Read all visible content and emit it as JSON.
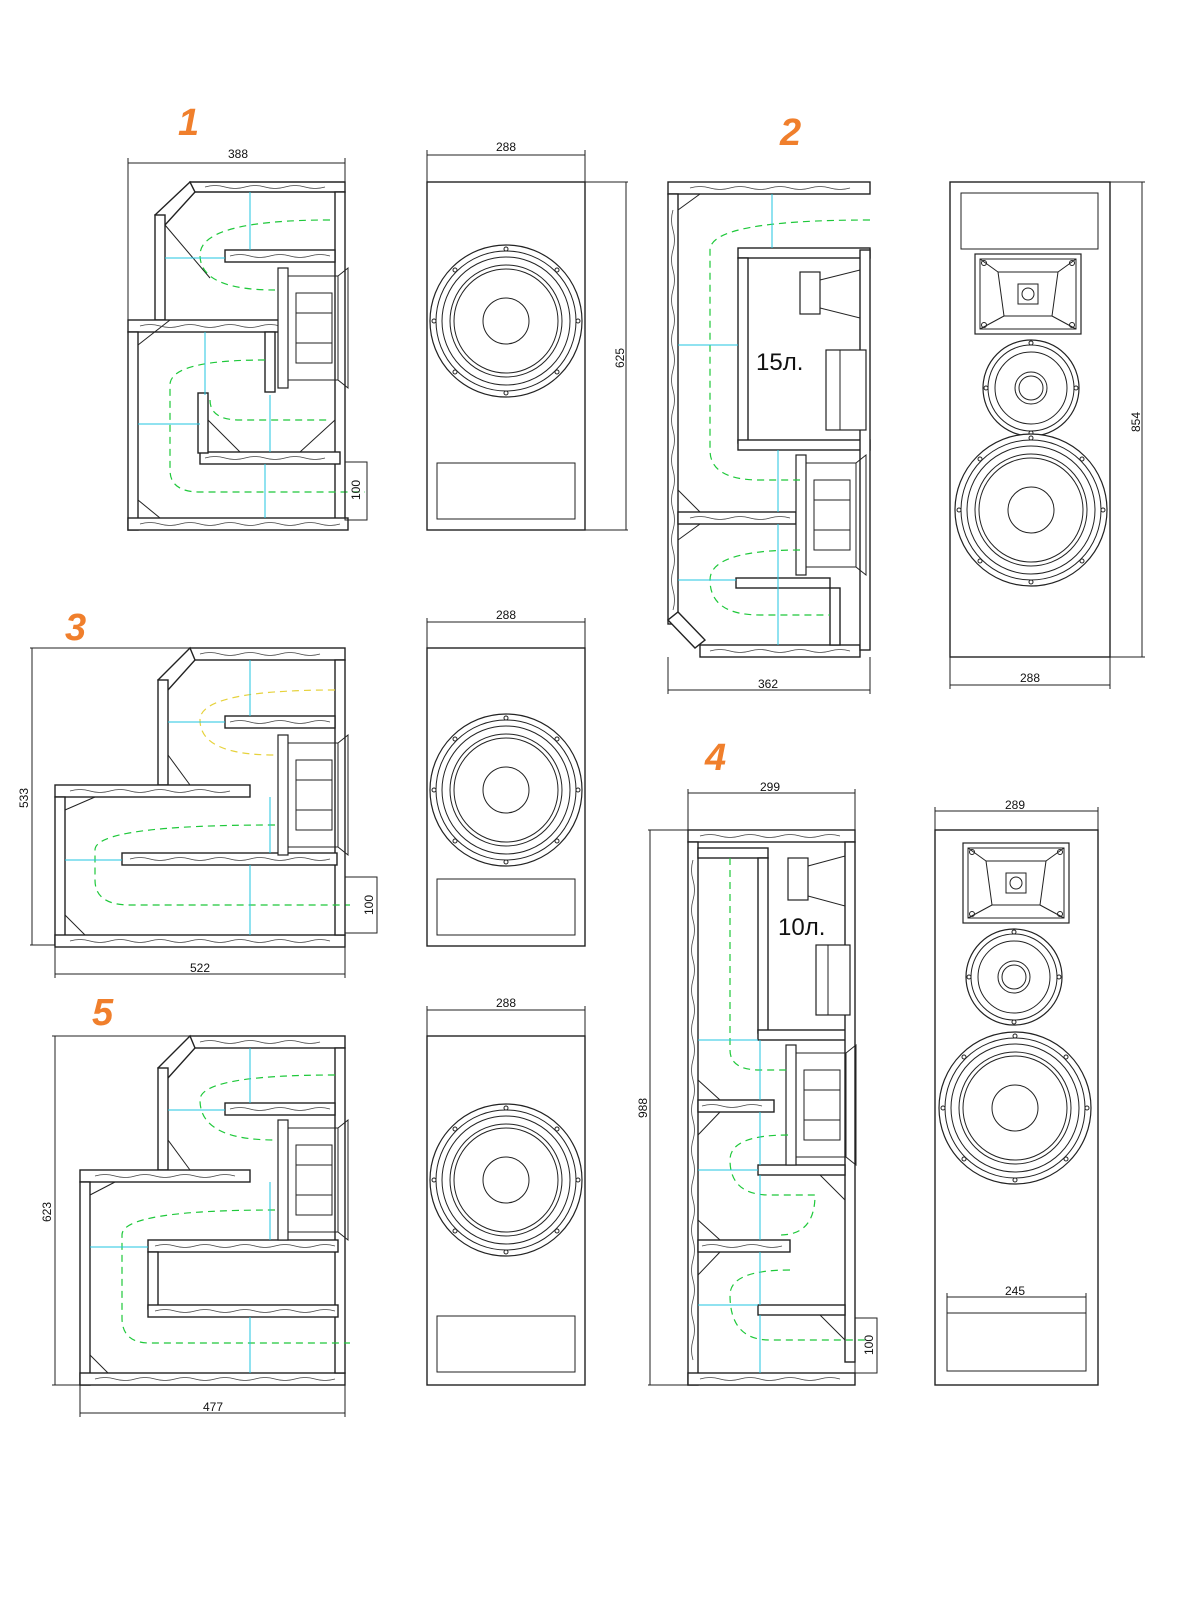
{
  "designs": [
    {
      "id": "1",
      "dims": {
        "side_width": "388",
        "front_width": "288",
        "height": "625",
        "port": "100"
      }
    },
    {
      "id": "2",
      "dims": {
        "side_width": "362",
        "front_width": "288",
        "height": "854"
      },
      "volume": "15л."
    },
    {
      "id": "3",
      "dims": {
        "side_width": "522",
        "front_width": "288",
        "height": "533",
        "port": "100"
      }
    },
    {
      "id": "4",
      "dims": {
        "side_width": "299",
        "front_width": "289",
        "height": "988",
        "port": "100",
        "port_width": "245"
      },
      "volume": "10л."
    },
    {
      "id": "5",
      "dims": {
        "side_width": "477",
        "front_width": "288",
        "height": "623"
      }
    }
  ],
  "colors": {
    "label": "#f07f2c",
    "duct": "#1ec83a",
    "axis": "#22c6e0",
    "line": "#222222"
  }
}
